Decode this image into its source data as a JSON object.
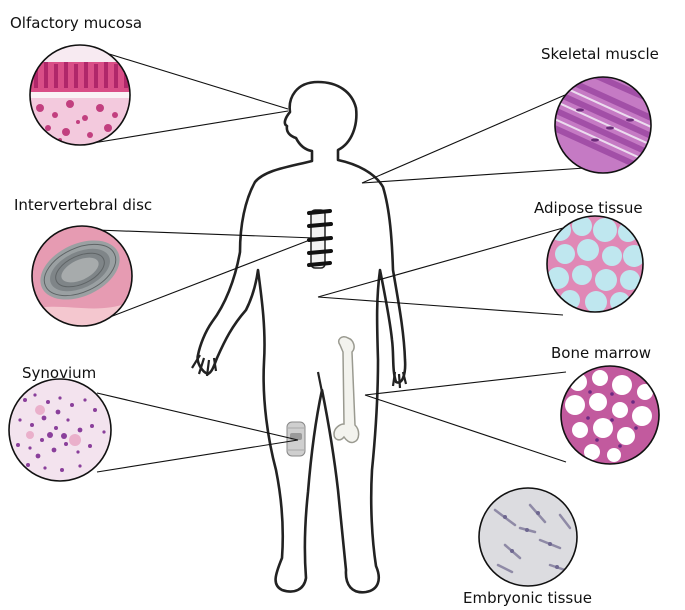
{
  "labels": {
    "olfactory_mucosa": "Olfactory mucosa",
    "skeletal_muscle": "Skeletal muscle",
    "intervertebral_disc": "Intervertebral disc",
    "adipose_tissue": "Adipose tissue",
    "synovium": "Synovium",
    "bone_marrow": "Bone marrow",
    "embryonic_tissue": "Embryonic tissue"
  },
  "colors": {
    "outline": "#222222",
    "leader": "#111111",
    "he_pink": "#e37fb4",
    "he_purple": "#8e3f93",
    "fat_blue": "#b9e4ee",
    "embryonic_grey": "#d9d9dc"
  }
}
